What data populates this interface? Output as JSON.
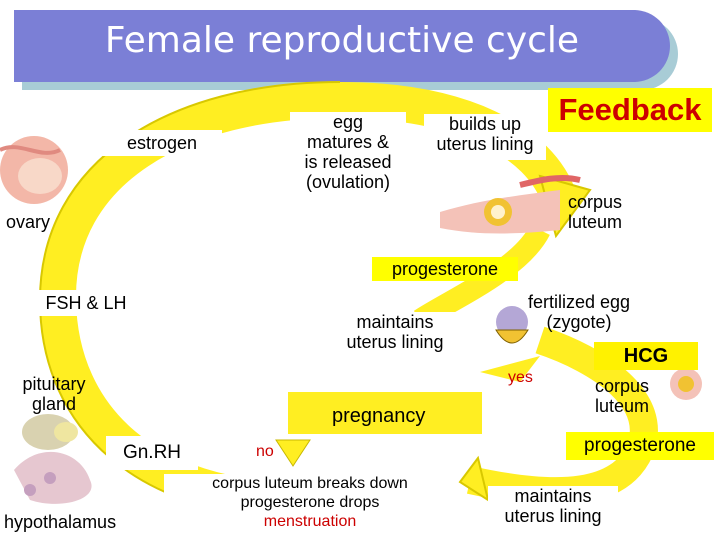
{
  "title": "Female reproductive cycle",
  "feedback": "Feedback",
  "labels": {
    "estrogen": "estrogen",
    "ovary": "ovary",
    "egg_matures": [
      "egg",
      "matures &",
      "is released",
      "(ovulation)"
    ],
    "builds_lining": [
      "builds up",
      "uterus lining"
    ],
    "corpus_luteum_top": [
      "corpus",
      "luteum"
    ],
    "progesterone_top": "progesterone",
    "fsh_lh": "FSH & LH",
    "maintains_lining_center": [
      "maintains",
      "uterus lining"
    ],
    "fertilized_egg": [
      "fertilized egg",
      "(zygote)"
    ],
    "hcg": "HCG",
    "yes": "yes",
    "corpus_luteum_right": [
      "corpus",
      "luteum"
    ],
    "pituitary": [
      "pituitary",
      "gland"
    ],
    "pregnancy": "pregnancy",
    "gnrh": "Gn.RH",
    "no": "no",
    "progesterone_right": "progesterone",
    "corpus_breaks": [
      "corpus luteum breaks down",
      "progesterone drops"
    ],
    "menstruation": "menstruation",
    "hypothalamus": "hypothalamus",
    "maintains_lining_bottom": [
      "maintains",
      "uterus lining"
    ]
  },
  "colors": {
    "title_bar": "#7b7fd6",
    "arrow_fill": "#ffee22",
    "arrow_edge": "#d8c800",
    "feedback_bg": "#ffff00",
    "feedback_text": "#cc0000",
    "menstruation_text": "#cc0000"
  },
  "icons": [
    "ovary-illustration-icon",
    "corpus-luteum-illustration-icon",
    "zygote-icon",
    "pituitary-gland-icon",
    "hypothalamus-icon",
    "corpus-luteum-right-icon"
  ]
}
